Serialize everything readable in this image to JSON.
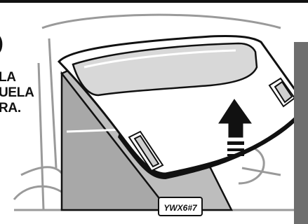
{
  "instructions": {
    "step_mark": ")",
    "lines": [
      "LA",
      "UELA",
      "RA."
    ]
  },
  "plate": {
    "text": "YWX6#7"
  },
  "colors": {
    "ink": "#111111",
    "glass": "#d8d8d8",
    "panel_shadow": "#bdbdbd",
    "body_outline": "#8a8a8a",
    "side_bar": "#6e6e6e"
  },
  "icons": [
    "up-arrow-icon"
  ]
}
